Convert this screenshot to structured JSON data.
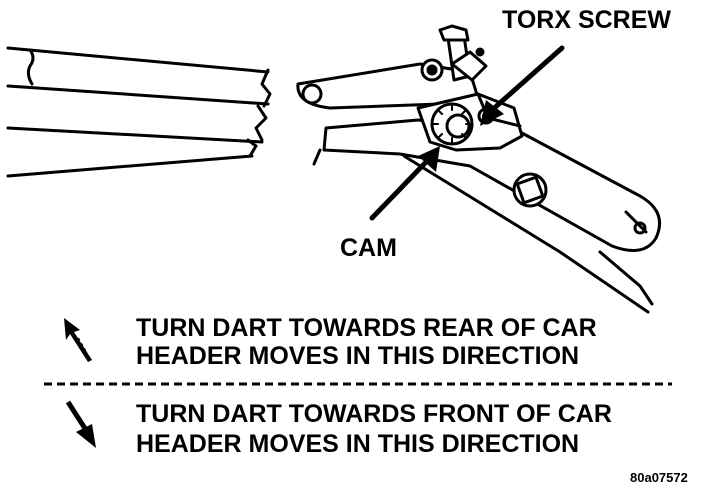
{
  "callouts": {
    "torx_screw": "TORX SCREW",
    "cam": "CAM"
  },
  "legend": {
    "rear": {
      "line1": "TURN DART TOWARDS REAR OF CAR",
      "line2": "HEADER MOVES IN THIS DIRECTION"
    },
    "front": {
      "line1": "TURN DART TOWARDS FRONT OF CAR",
      "line2": "HEADER MOVES IN THIS DIRECTION"
    }
  },
  "figure_id": "80a07572",
  "colors": {
    "ink": "#000000",
    "paper": "#ffffff"
  }
}
